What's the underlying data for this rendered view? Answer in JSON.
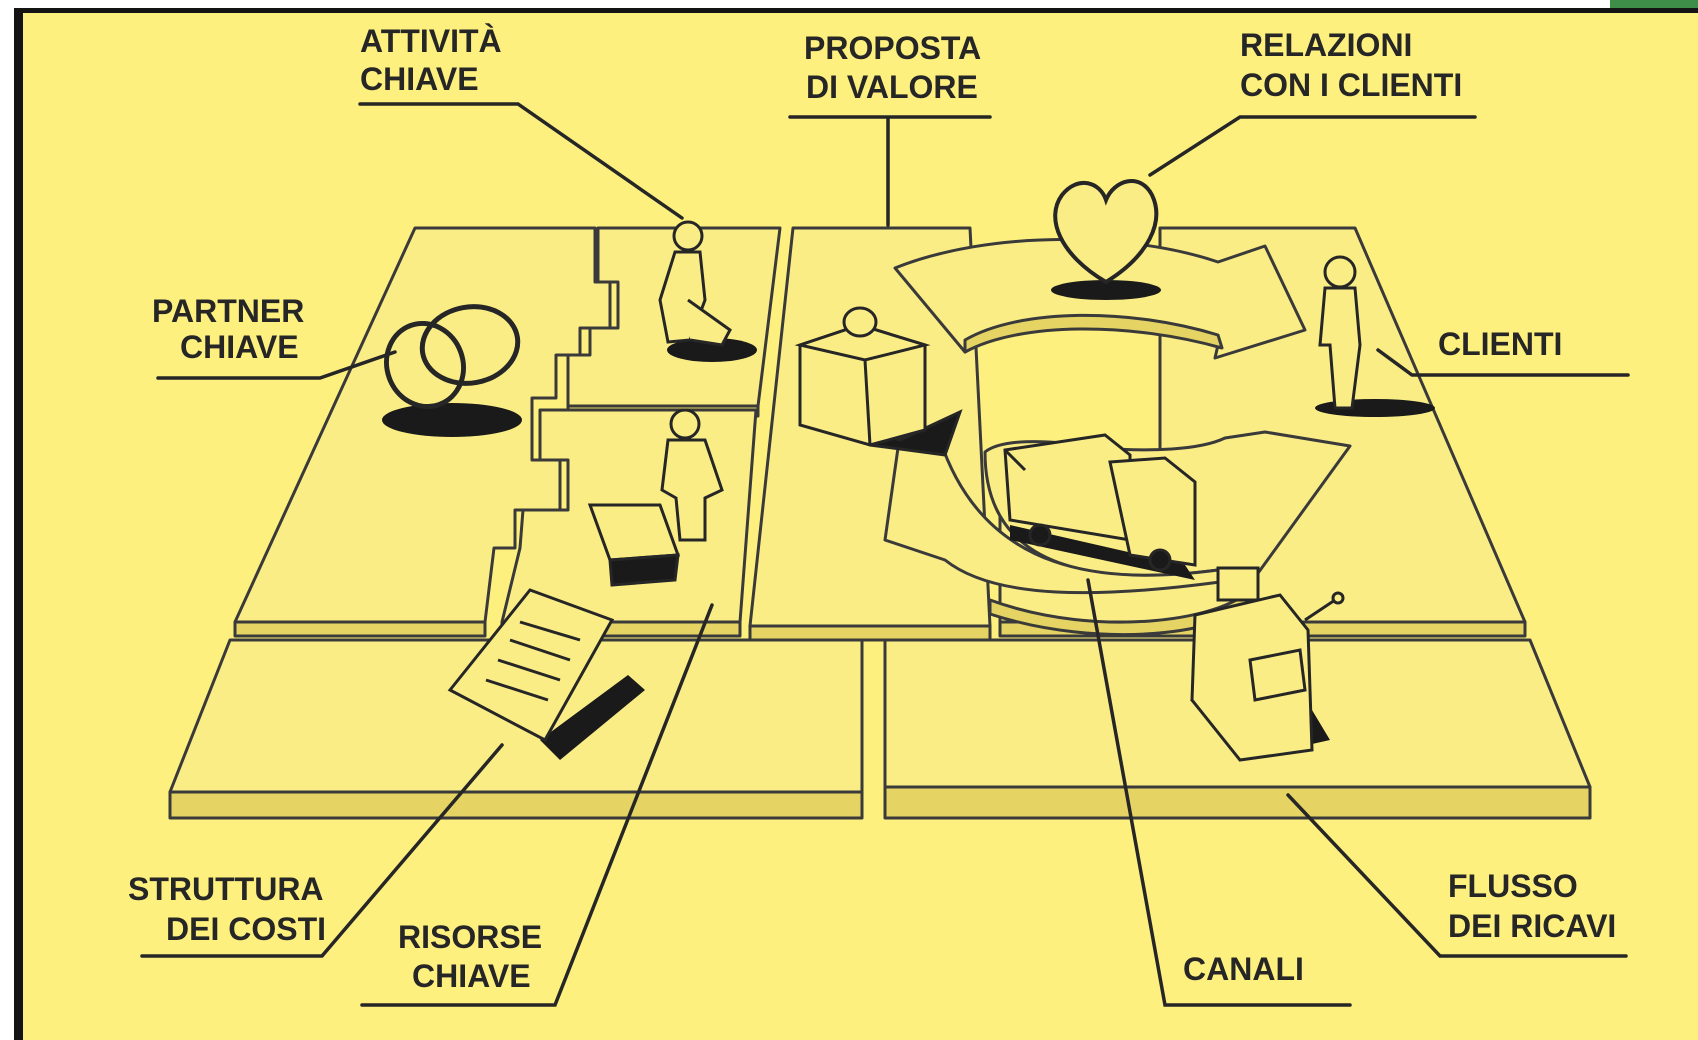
{
  "labels": {
    "attivita_chiave": [
      "ATTIVITÀ",
      "CHIAVE"
    ],
    "proposta_di_valore": [
      "PROPOSTA",
      "DI VALORE"
    ],
    "relazioni_con_i_clienti": [
      "RELAZIONI",
      "CON I CLIENTI"
    ],
    "partner_chiave": [
      "PARTNER",
      "CHIAVE"
    ],
    "clienti": [
      "CLIENTI"
    ],
    "struttura_dei_costi": [
      "STRUTTURA",
      "DEI COSTI"
    ],
    "risorse_chiave": [
      "RISORSE",
      "CHIAVE"
    ],
    "canali": [
      "CANALI"
    ],
    "flusso_dei_ricavi": [
      "FLUSSO",
      "DEI RICAVI"
    ]
  },
  "icons": [
    "rings-icon",
    "worker-icon",
    "person-icon",
    "gift-icon",
    "heart-icon",
    "customer-icon",
    "truck-icon",
    "document-icon",
    "cash-register-icon"
  ],
  "colors": {
    "background": "#fdf07f",
    "board_top": "#fbed86",
    "board_side": "#e5d463",
    "ink": "#262626",
    "frame": "#141414"
  }
}
